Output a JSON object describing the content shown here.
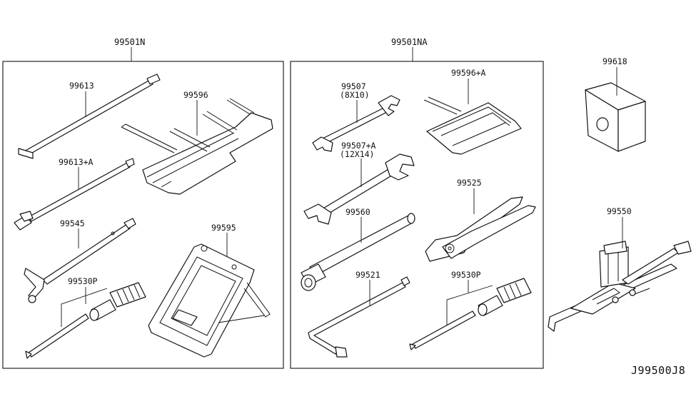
{
  "diagram": {
    "code": "J99500J8",
    "kits": [
      {
        "id": "kit-left",
        "label": "99501N"
      },
      {
        "id": "kit-middle",
        "label": "99501NA"
      }
    ],
    "parts": {
      "p99613": "99613",
      "p99613a": "99613+A",
      "p99545": "99545",
      "p99530p_left": "99530P",
      "p99596": "99596",
      "p99595": "99595",
      "p99507": "99507",
      "p99507_size": "(8X10)",
      "p99507a": "99507+A",
      "p99507a_size": "(12X14)",
      "p99596a": "99596+A",
      "p99560": "99560",
      "p99525": "99525",
      "p99521": "99521",
      "p99530p_mid": "99530P",
      "p99618": "99618",
      "p99550": "99550"
    }
  }
}
